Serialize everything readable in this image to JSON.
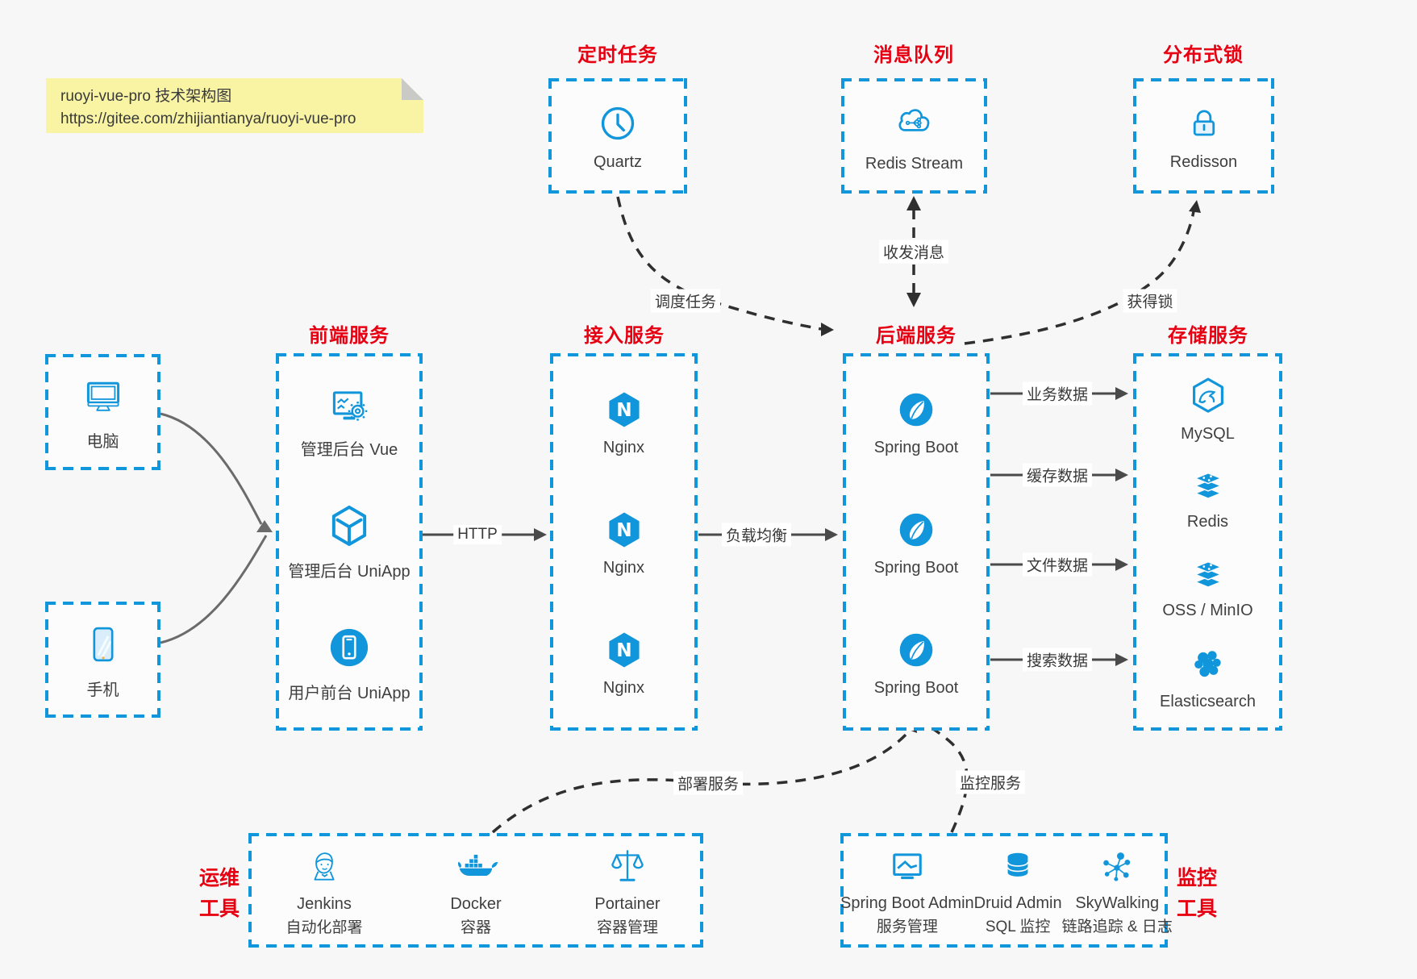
{
  "note": {
    "title": "ruoyi-vue-pro 技术架构图",
    "url": "https://gitee.com/zhijiantianya/ruoyi-vue-pro"
  },
  "palette": {
    "accent": "#1296db",
    "heading_red": "#e60012",
    "text": "#3f3f3f",
    "background": "#f7f7f7"
  },
  "top_groups": [
    {
      "header": "定时任务",
      "label": "Quartz",
      "icon": "clock-icon"
    },
    {
      "header": "消息队列",
      "label": "Redis Stream",
      "icon": "cloud-stream-icon"
    },
    {
      "header": "分布式锁",
      "label": "Redisson",
      "icon": "lock-icon"
    }
  ],
  "clients": [
    {
      "label": "电脑",
      "icon": "desktop-icon"
    },
    {
      "label": "手机",
      "icon": "phone-icon"
    }
  ],
  "frontend": {
    "header": "前端服务",
    "items": [
      {
        "label": "管理后台 Vue",
        "icon": "admin-vue-icon"
      },
      {
        "label": "管理后台 UniApp",
        "icon": "cube-icon"
      },
      {
        "label": "用户前台 UniApp",
        "icon": "mobile-app-icon"
      }
    ]
  },
  "gateway": {
    "header": "接入服务",
    "items": [
      {
        "label": "Nginx",
        "icon": "nginx-icon"
      },
      {
        "label": "Nginx",
        "icon": "nginx-icon"
      },
      {
        "label": "Nginx",
        "icon": "nginx-icon"
      }
    ]
  },
  "backend": {
    "header": "后端服务",
    "items": [
      {
        "label": "Spring Boot",
        "icon": "spring-icon"
      },
      {
        "label": "Spring Boot",
        "icon": "spring-icon"
      },
      {
        "label": "Spring Boot",
        "icon": "spring-icon"
      }
    ]
  },
  "storage": {
    "header": "存储服务",
    "items": [
      {
        "label": "MySQL",
        "icon": "mysql-icon"
      },
      {
        "label": "Redis",
        "icon": "redis-stack-icon"
      },
      {
        "label": "OSS / MinIO",
        "icon": "storage-stack-icon"
      },
      {
        "label": "Elasticsearch",
        "icon": "elasticsearch-icon"
      }
    ]
  },
  "ops": {
    "side_label_line1": "运维",
    "side_label_line2": "工具",
    "items": [
      {
        "name": "Jenkins",
        "sub": "自动化部署",
        "icon": "jenkins-icon"
      },
      {
        "name": "Docker",
        "sub": "容器",
        "icon": "docker-icon"
      },
      {
        "name": "Portainer",
        "sub": "容器管理",
        "icon": "scales-icon"
      }
    ]
  },
  "monitoring": {
    "side_label_line1": "监控",
    "side_label_line2": "工具",
    "items": [
      {
        "name": "Spring Boot Admin",
        "sub": "服务管理",
        "icon": "monitor-chart-icon"
      },
      {
        "name": "Druid Admin",
        "sub": "SQL 监控",
        "icon": "database-icon"
      },
      {
        "name": "SkyWalking",
        "sub": "链路追踪 & 日志",
        "icon": "topology-icon"
      }
    ]
  },
  "edges": {
    "http": "HTTP",
    "load_balance": "负载均衡",
    "biz": "业务数据",
    "cache": "缓存数据",
    "file": "文件数据",
    "search": "搜索数据",
    "schedule": "调度任务",
    "message": "收发消息",
    "lock": "获得锁",
    "deploy": "部署服务",
    "monitor": "监控服务"
  }
}
